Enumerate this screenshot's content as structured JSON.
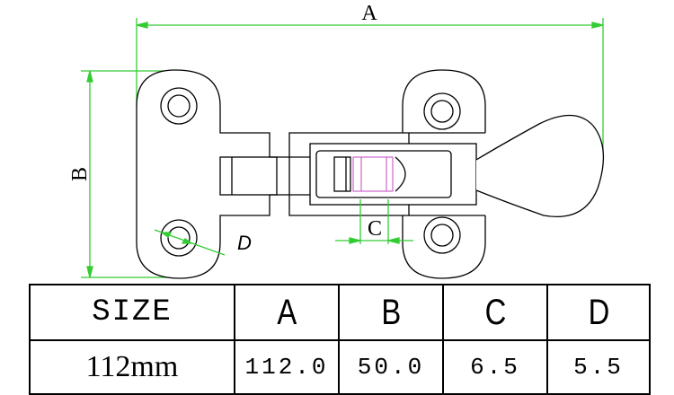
{
  "diagram": {
    "dim_labels": {
      "a": "A",
      "b": "B",
      "c": "C",
      "d": "D"
    },
    "colors": {
      "dimension_line": "#33cc33",
      "outline": "#000000",
      "pin_highlight": "#cc66cc"
    }
  },
  "table": {
    "header": {
      "size": "SIZE",
      "a": "A",
      "b": "B",
      "c": "C",
      "d": "D"
    },
    "row": {
      "size": "112mm",
      "a": "112.0",
      "b": "50.0",
      "c": "6.5",
      "d": "5.5"
    }
  }
}
